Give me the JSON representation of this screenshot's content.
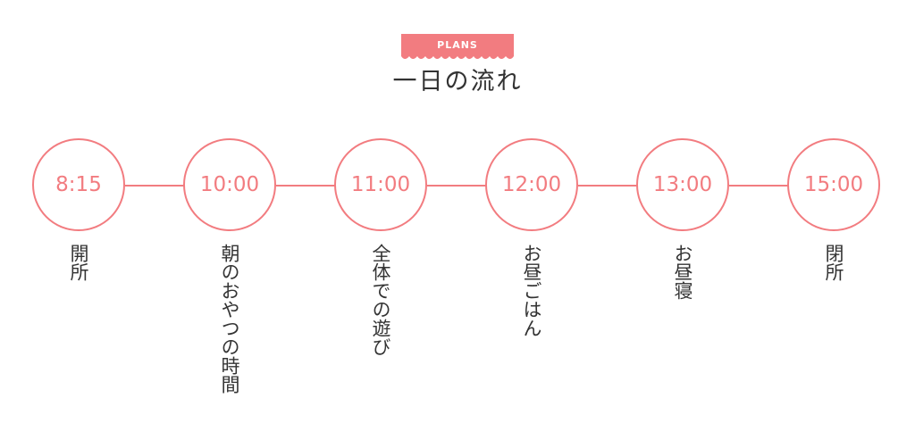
{
  "header": {
    "badge": "PLANS",
    "title": "一日の流れ"
  },
  "colors": {
    "accent": "#f27c80",
    "text": "#333333",
    "background": "#ffffff"
  },
  "schedule": [
    {
      "time": "8:15",
      "activity": "開所"
    },
    {
      "time": "10:00",
      "activity": "朝のおやつの時間"
    },
    {
      "time": "11:00",
      "activity": "全体での遊び"
    },
    {
      "time": "12:00",
      "activity": "お昼ごはん"
    },
    {
      "time": "13:00",
      "activity": "お昼寝"
    },
    {
      "time": "15:00",
      "activity": "閉所"
    }
  ]
}
